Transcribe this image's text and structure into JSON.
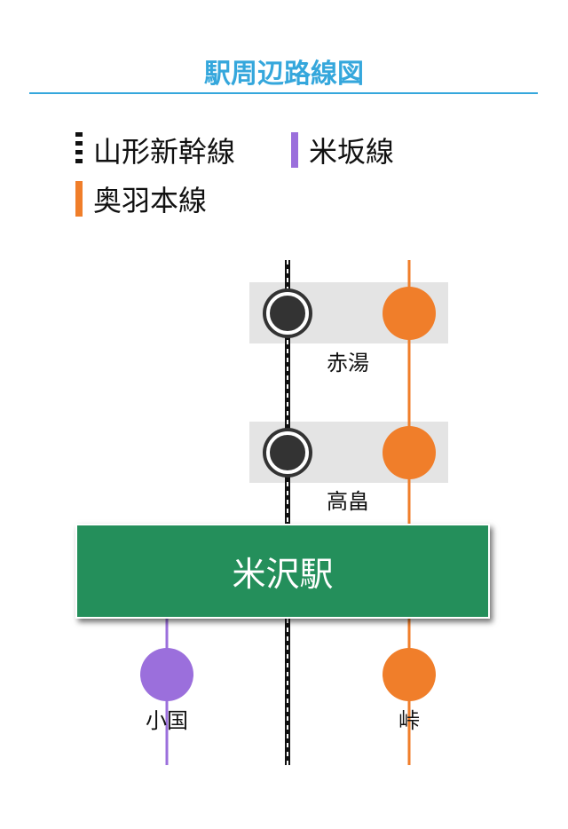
{
  "title": "駅周辺路線図",
  "colors": {
    "accent": "#35a7dc",
    "shinkansen": "#111111",
    "yonesaka": "#9b6fdc",
    "ou": "#f07e2a",
    "main_station": "#248f5b",
    "station_band": "#e4e4e4",
    "shinkansen_station": "#333333"
  },
  "legend": {
    "shinkansen": "山形新幹線",
    "yonesaka": "米坂線",
    "ou": "奥羽本線"
  },
  "stations": {
    "akayu": "赤湯",
    "takahata": "高畠",
    "main": "米沢駅",
    "oguni": "小国",
    "toge": "峠"
  }
}
